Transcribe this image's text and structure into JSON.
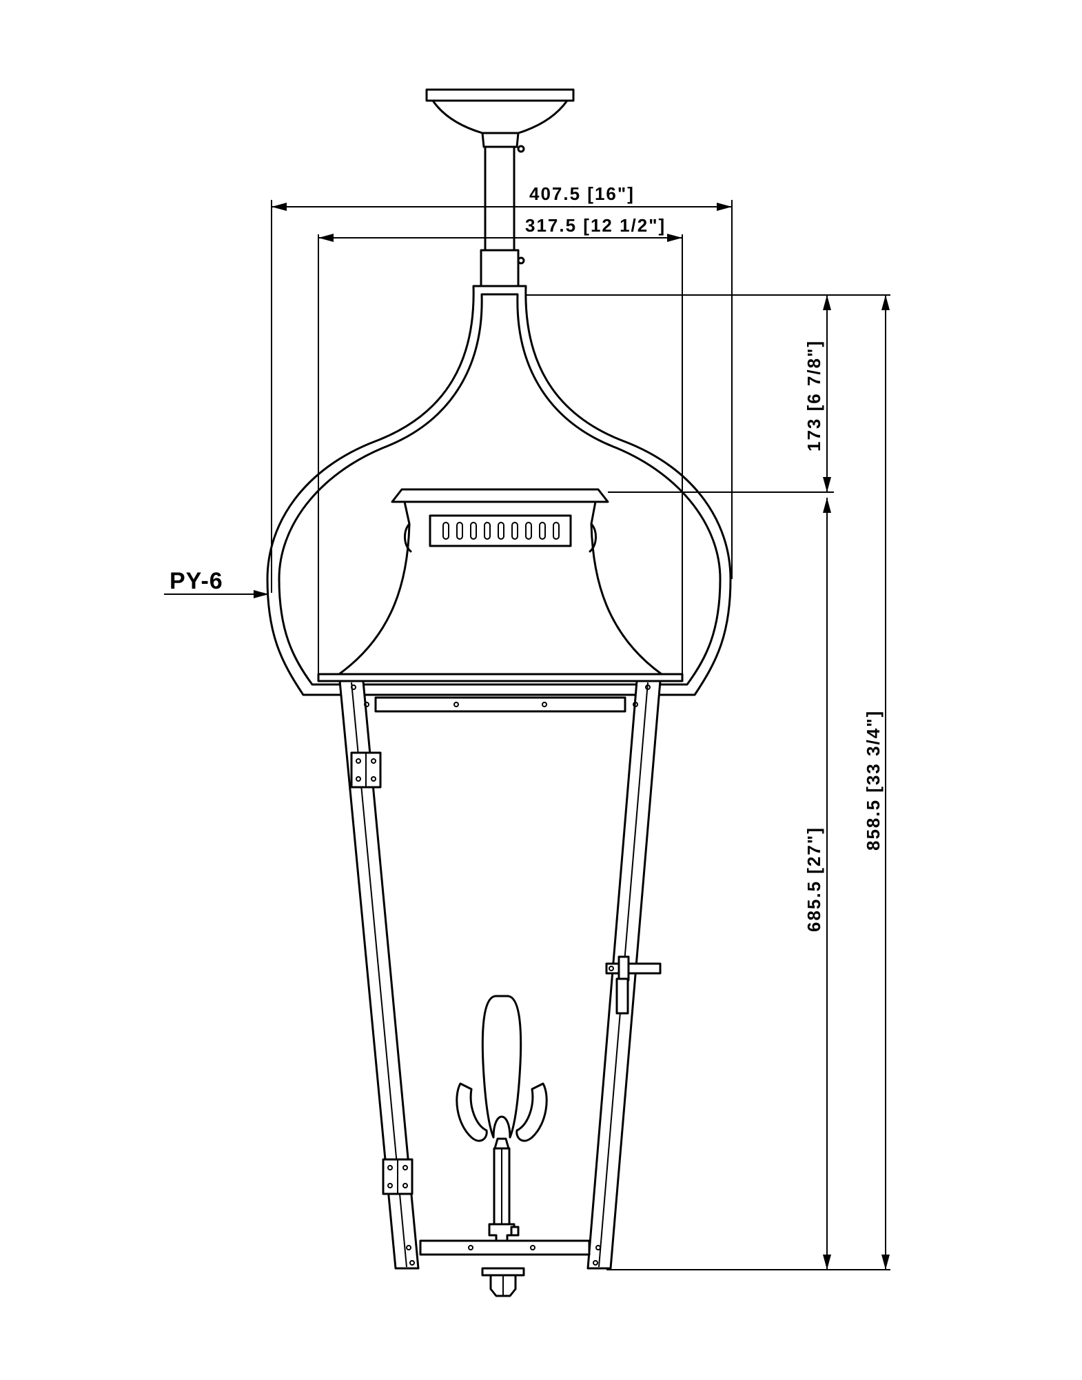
{
  "dimensions": {
    "outer_width": "407.5 [16\"]",
    "inner_width": "317.5 [12 1/2\"]",
    "top_height": "173 [6 7/8\"]",
    "lower_height": "685.5 [27\"]",
    "total_height": "858.5 [33 3/4\"]"
  },
  "callouts": {
    "part_code": "PY-6"
  }
}
